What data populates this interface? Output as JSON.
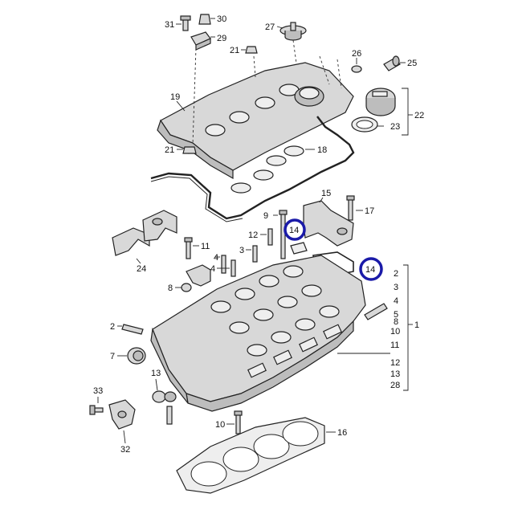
{
  "highlight_color": "#1a1aa8",
  "callouts": {
    "n31": "31",
    "n30": "30",
    "n29": "29",
    "n27": "27",
    "n21a": "21",
    "n26": "26",
    "n25": "25",
    "n19": "19",
    "n22": "22",
    "n23": "23",
    "n21b": "21",
    "n18": "18",
    "n15": "15",
    "n9": "9",
    "n17": "17",
    "n14a": "14",
    "n12": "12",
    "n11": "11",
    "n14b": "14",
    "n3": "3",
    "n4a": "4",
    "n4b": "4",
    "n24": "24",
    "n8": "8",
    "n2": "2",
    "n7": "7",
    "n13": "13",
    "n33": "33",
    "n32": "32",
    "n10": "10",
    "n16": "16",
    "n1": "1"
  },
  "right_list": [
    "2",
    "3",
    "4",
    "5",
    "8",
    "10",
    "11",
    "12",
    "13",
    "28"
  ]
}
